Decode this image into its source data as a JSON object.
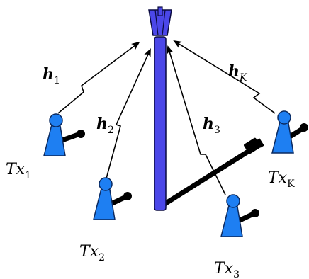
{
  "transmitters": [
    {
      "main": "Tx",
      "sub": "1"
    },
    {
      "main": "Tx",
      "sub": "2"
    },
    {
      "main": "Tx",
      "sub": "3"
    },
    {
      "main": "Tx",
      "sub": "K"
    }
  ],
  "channels": [
    {
      "main": "h",
      "sub": "1"
    },
    {
      "main": "h",
      "sub": "2"
    },
    {
      "main": "h",
      "sub": "3"
    },
    {
      "main": "h",
      "sub": "K"
    }
  ],
  "colors": {
    "tower": "#4b47e8",
    "tower_outline": "#0a0a40",
    "user_body": "#1e7ff2",
    "user_outline": "#0b2a60",
    "accent": "#000000"
  }
}
